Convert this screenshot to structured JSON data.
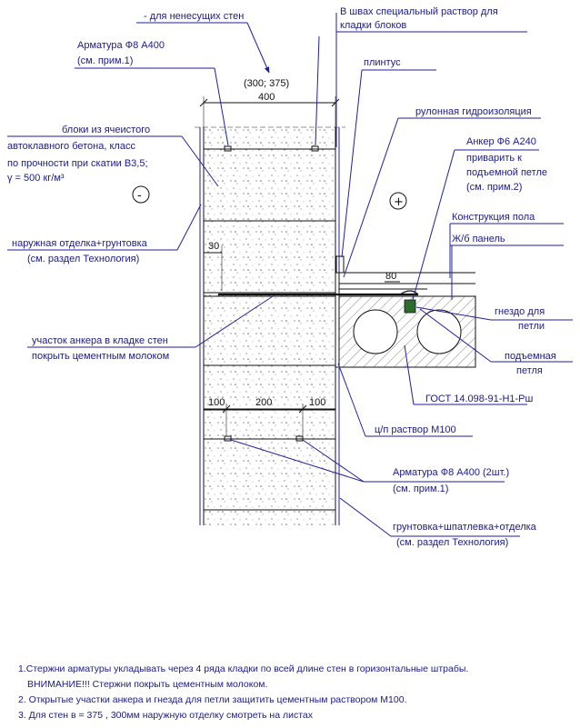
{
  "labels": {
    "bearing_walls": "- для ненесущих стен",
    "joint_mortar_1": "В швах специальный раствор для",
    "joint_mortar_2": "кладки блоков",
    "rebar_top_1": "Арматура Ф8 А400",
    "rebar_top_2": "(см. прим.1)",
    "plinth": "плинтус",
    "dim_alt": "(300; 375)",
    "dim_400": "400",
    "waterproofing": "рулонная гидроизоляция",
    "blocks_1": "блоки из ячеистого",
    "blocks_2": "автоклавного бетона, класс",
    "blocks_3": "по прочности при скатии В3,5;",
    "blocks_4": "γ = 500 кг/м³",
    "anchor_1": "Анкер Ф6 А240",
    "anchor_2": "приварить к",
    "anchor_3": "подъемной петле",
    "anchor_4": "(см. прим.2)",
    "minus_sign": "-",
    "plus_sign": "+",
    "floor_structure": "Конструкция пола",
    "rc_panel": "Ж/б панель",
    "outer_finish_1": "наружная отделка+грунтовка",
    "outer_finish_2": "(см. раздел Технология)",
    "dim_30": "30",
    "dim_80": "80",
    "loop_socket_1": "гнездо для",
    "loop_socket_2": "петли",
    "anchor_section_1": "участок анкера в кладке стен",
    "anchor_section_2": "покрыть цементным молоком",
    "lifting_loop_1": "подъемная",
    "lifting_loop_2": "петля",
    "gost": "ГОСТ 14.098-91-Н1-Рш",
    "dim_100a": "100",
    "dim_200": "200",
    "dim_100b": "100",
    "mortar_m100": "ц/п раствор М100",
    "rebar_bottom_1": "Арматура Ф8 А400 (2шт.)",
    "rebar_bottom_2": "(см. прим.1)",
    "inner_finish_1": "грунтовка+шпатлевка+отделка",
    "inner_finish_2": "(см. раздел Технология)"
  },
  "notes": [
    "1.Стержни арматуры укладывать через 4 ряда кладки по всей длине стен в горизонтальные штрабы.",
    "ВНИМАНИЕ!!! Стержни покрыть цементным молоком.",
    "2. Открытые участки анкера и гнезда для петли защитить цементным раствором М100.",
    "3. Для стен в = 375 , 300мм  наружную отделку смотреть на листах"
  ]
}
